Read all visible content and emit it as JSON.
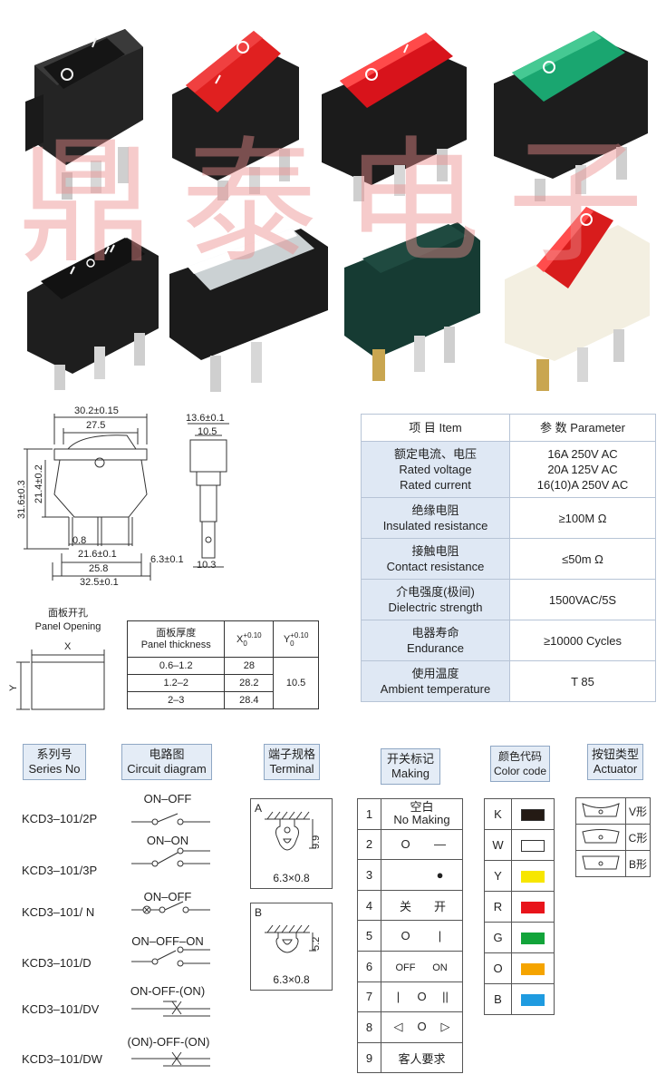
{
  "watermark": [
    "鼎",
    "泰",
    "电",
    "子"
  ],
  "colors": {
    "black": "#1b1b1b",
    "red": "#d91c1c",
    "green": "#1aa46e",
    "dark_green": "#173b33",
    "cream": "#f2efe2",
    "table_header": "#dfe8f4",
    "swatch_k": "#241a14",
    "swatch_w": "#ffffff",
    "swatch_y": "#f7e600",
    "swatch_r": "#e8141b",
    "swatch_g": "#12a43a",
    "swatch_o": "#f5a400",
    "swatch_b": "#1f9be0"
  },
  "dimensions": {
    "width_outer": "30.2±0.15",
    "width_inner": "27.5",
    "height_total": "31.6±0.3",
    "height_body": "21.4±0.2",
    "pin_gap": "0.8",
    "pin_span": "21.6±0.1",
    "base_inner": "25.8",
    "base_outer": "32.5±0.1",
    "side_top": "13.6±0.1",
    "side_inner": "10.5",
    "side_pin": "6.3±0.1",
    "side_bottom": "10.3"
  },
  "panel_opening": {
    "title_cn": "面板开孔",
    "title_en": "Panel Opening",
    "x_label": "X",
    "y_label": "Y"
  },
  "panel_table": {
    "col1_cn": "面板厚度",
    "col1_en": "Panel thickness",
    "col2": "X",
    "col3": "Y",
    "tol_sup": "+0.10",
    "tol_sub": "0",
    "rows": [
      {
        "thickness": "0.6–1.2",
        "x": "28"
      },
      {
        "thickness": "1.2–2",
        "x": "28.2"
      },
      {
        "thickness": "2–3",
        "x": "28.4"
      }
    ],
    "y_value": "10.5"
  },
  "param_table": {
    "header_item": "项 目  Item",
    "header_param": "参 数  Parameter",
    "rows": [
      {
        "cn": "额定电流、电压",
        "en1": "Rated voltage",
        "en2": "Rated current",
        "v1": "16A  250V AC",
        "v2": "20A 125V AC",
        "v3": "16(10)A  250V AC"
      },
      {
        "cn": "绝缘电阻",
        "en1": "Insulated resistance",
        "v1": "≥100M Ω"
      },
      {
        "cn": "接触电阻",
        "en1": "Contact resistance",
        "v1": "≤50m Ω"
      },
      {
        "cn": "介电强度(极间)",
        "en1": "Dielectric strength",
        "v1": "1500VAC/5S"
      },
      {
        "cn": "电器寿命",
        "en1": "Endurance",
        "v1": "≥10000 Cycles"
      },
      {
        "cn": "使用温度",
        "en1": "Ambient temperature",
        "v1": "T 85"
      }
    ]
  },
  "headers": {
    "series_cn": "系列号",
    "series_en": "Series No",
    "circuit_cn": "电路图",
    "circuit_en": "Circuit diagram",
    "terminal_cn": "端子规格",
    "terminal_en": "Terminal",
    "making_cn": "开关标记",
    "making_en": "Making",
    "color_cn": "颜色代码",
    "color_en": "Color code",
    "actuator_cn": "按钮类型",
    "actuator_en": "Actuator"
  },
  "series": [
    {
      "name": "KCD3–101/2P",
      "circuit": "ON–OFF"
    },
    {
      "name": "KCD3–101/3P",
      "circuit": "ON–ON"
    },
    {
      "name": "KCD3–101/ N",
      "circuit": "ON–OFF"
    },
    {
      "name": "KCD3–101/D",
      "circuit": "ON–OFF–ON"
    },
    {
      "name": "KCD3–101/DV",
      "circuit": "ON-OFF-(ON)"
    },
    {
      "name": "KCD3–101/DW",
      "circuit": "(ON)-OFF-(ON)"
    }
  ],
  "terminal": {
    "a_label": "A",
    "a_dim": "9.9",
    "a_size": "6.3×0.8",
    "b_label": "B",
    "b_dim": "5.2",
    "b_size": "6.3×0.8"
  },
  "making": [
    {
      "n": "1",
      "text": "空白",
      "text2": "No Making"
    },
    {
      "n": "2",
      "a": "O",
      "b": "—"
    },
    {
      "n": "3",
      "a": "",
      "b": "●"
    },
    {
      "n": "4",
      "a": "关",
      "b": "开"
    },
    {
      "n": "5",
      "a": "O",
      "b": "|"
    },
    {
      "n": "6",
      "a": "OFF",
      "b": "ON"
    },
    {
      "n": "7",
      "a": "|",
      "m": "O",
      "b": "||"
    },
    {
      "n": "8",
      "a": "◁",
      "m": "O",
      "b": "▷"
    },
    {
      "n": "9",
      "text": "客人要求"
    }
  ],
  "color_codes": [
    "K",
    "W",
    "Y",
    "R",
    "G",
    "O",
    "B"
  ],
  "actuators": [
    {
      "type": "V形"
    },
    {
      "type": "C形"
    },
    {
      "type": "B形"
    }
  ]
}
